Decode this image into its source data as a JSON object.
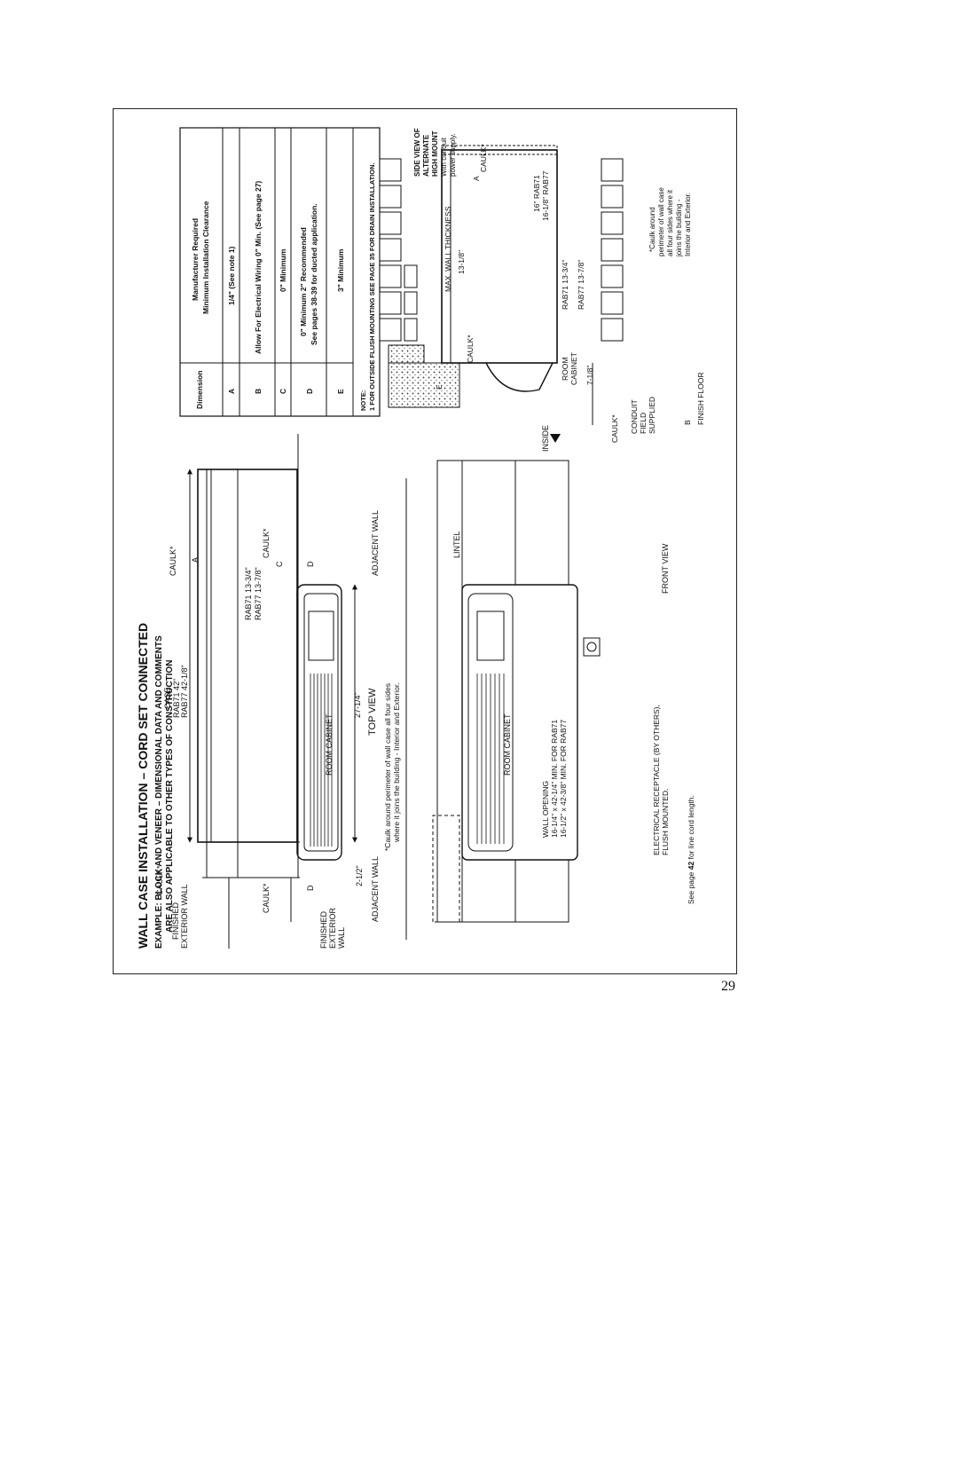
{
  "page_number": "29",
  "title": "WALL CASE INSTALLATION – CORD SET CONNECTED",
  "subtitle_line1": "EXAMPLE: BLOCK AND VENEER – DIMENSIONAL DATA AND COMMENTS",
  "subtitle_line2": "ARE ALSO APPLICABLE TO OTHER TYPES OF CONSTRUCTION",
  "table": {
    "col1": "Dimension",
    "col2_line1": "Manufacturer Required",
    "col2_line2": "Minimum Installation Clearance",
    "rows": [
      {
        "dim": "A",
        "text": "1/4\" (See note 1)",
        "text2": ""
      },
      {
        "dim": "B",
        "text": "Allow For Electrical Wiring 0\" Min. (See page 27)",
        "text2": ""
      },
      {
        "dim": "C",
        "text": "0\" Minimum",
        "text2": ""
      },
      {
        "dim": "D",
        "text": "0\" Minimum 2\" Recommended",
        "text2": "See pages 38-39 for ducted application."
      },
      {
        "dim": "E",
        "text": "3\" Minimum",
        "text2": ""
      }
    ],
    "note_label": "NOTE:",
    "note": "1 FOR OUTSIDE FLUSH MOUNTING SEE PAGE 35 FOR DRAIN INSTALLATION."
  },
  "top_view": {
    "caulk": "CAULK*",
    "a": "A",
    "c": "C",
    "d": "D",
    "finished_exterior_wall": [
      "FINISHED",
      "EXTERIOR WALL"
    ],
    "finished_exterior_wall_2": [
      "FINISHED",
      "EXTERIOR",
      "WALL"
    ],
    "case_label": "CASE",
    "case_rab71": "RAB71    42\"",
    "case_rab77": "RAB77    42-1/8\"",
    "depth_rab71": "RAB71    13-3/4\"",
    "depth_rab77": "RAB77    13-7/8\"",
    "room_cabinet": "ROOM CABINET",
    "width": "27-1/4\"",
    "offset": "2-1/2\"",
    "title": "TOP VIEW",
    "adjacent_wall": "ADJACENT WALL",
    "caulk_note1": "*Caulk around perimeter of wall case all four sides",
    "caulk_note2": "where it joins the building - Interior and Exterior."
  },
  "front_view": {
    "lintel": "LINTEL",
    "room_cabinet": "ROOM CABINET",
    "wall_opening1": "WALL OPENING",
    "wall_opening2": "16-1/4\" x 42-1/4\" MIN. FOR RAB71",
    "wall_opening3": "16-1/2\"  x 42-3/8\" MIN. FOR RAB77",
    "receptacle1": "ELECTRICAL RECEPTACLE (BY OTHERS),",
    "receptacle2": "FLUSH MOUNTED.",
    "title": "FRONT VIEW",
    "cord_note_pre": "See page ",
    "cord_note_page": "42",
    "cord_note_post": " for line cord length.",
    "inside": "INSIDE"
  },
  "side_view": {
    "max_wall": "MAX. WALL THICKNESS",
    "max_wall_val": "13-1/8\"",
    "title1": "SIDE VIEW OF",
    "title2": "ALTERNATE",
    "title3": "HIGH MOUNT",
    "sub1": "With conduit",
    "sub2": "power supply.",
    "caulk": "CAULK*",
    "a": "A",
    "e": "E",
    "b": "B",
    "rab71": "16\" RAB71",
    "rab77": "16-1/8\" RAB77",
    "room_cabinet1": "ROOM",
    "room_cabinet2": "CABINET",
    "d71": "RAB71  13-3/4\"",
    "d77": "RAB77  13-7/8\"",
    "d_cab": "7-1/8\"",
    "conduit1": "CONDUIT",
    "conduit2": "FIELD",
    "conduit3": "SUPPLIED",
    "finish_floor": "FINISH FLOOR",
    "caulk_note1": "*Caulk around",
    "caulk_note2": "perimeter of wall case",
    "caulk_note3": "all four sides where it",
    "caulk_note4": "joins the building -",
    "caulk_note5": "Interior and Exterior."
  }
}
